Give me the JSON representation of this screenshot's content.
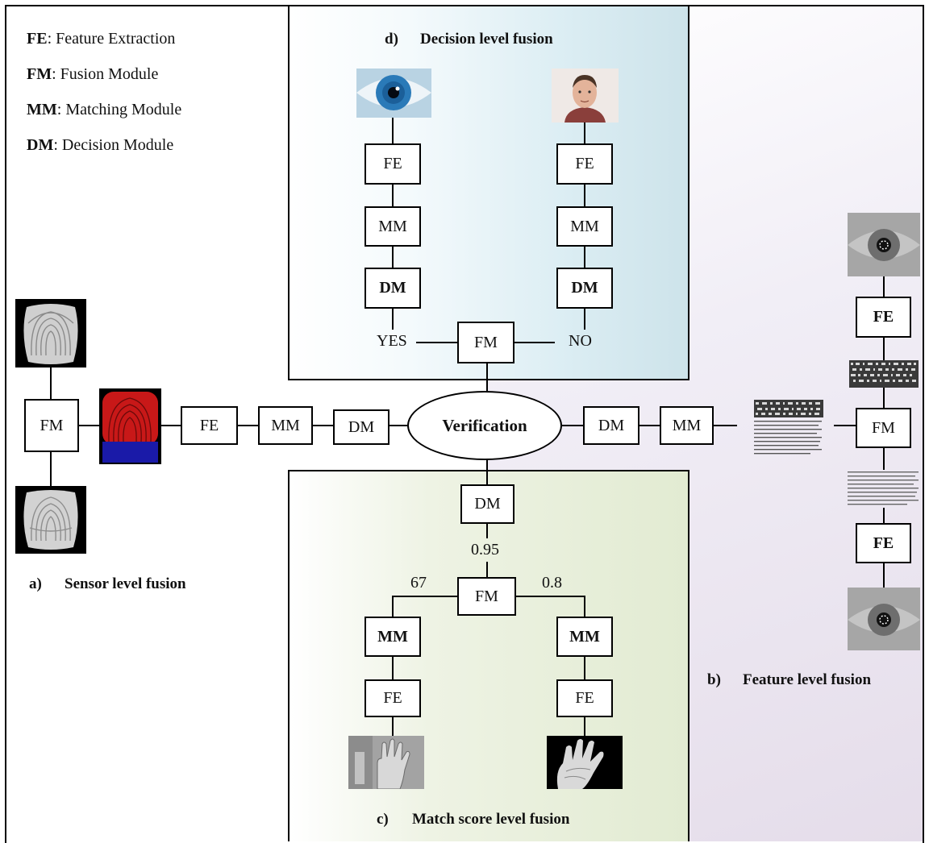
{
  "legend": [
    {
      "abbr": "FE",
      "desc": ": Feature Extraction"
    },
    {
      "abbr": "FM",
      "desc": ": Fusion Module"
    },
    {
      "abbr": "MM",
      "desc": ": Matching Module"
    },
    {
      "abbr": "DM",
      "desc": ": Decision Module"
    }
  ],
  "captions": {
    "a": {
      "tag": "a)",
      "text": "Sensor level fusion"
    },
    "b": {
      "tag": "b)",
      "text": "Feature level fusion"
    },
    "c": {
      "tag": "c)",
      "text": "Match score level fusion"
    },
    "d": {
      "tag": "d)",
      "text": "Decision level fusion"
    }
  },
  "center": {
    "label": "Verification"
  },
  "boxes": {
    "fe": "FE",
    "fm": "FM",
    "mm": "MM",
    "dm": "DM"
  },
  "decision": {
    "yes": "YES",
    "no": "NO"
  },
  "scores": {
    "fused": "0.95",
    "left": "67",
    "right": "0.8"
  },
  "colors": {
    "decision_panel": "#d6eaf0",
    "score_panel": "#e3ecd4",
    "feature_panel": "#e6deea",
    "fingerprint_red": "#c81818",
    "fingerprint_blue": "#1a1aa8",
    "iris_blue": "#2a7ab8"
  },
  "icons": [
    "fingerprint-image",
    "fused-fingerprint-image",
    "eye-image",
    "face-image",
    "iris-image",
    "feature-code-image",
    "hand-image",
    "palm-image"
  ]
}
